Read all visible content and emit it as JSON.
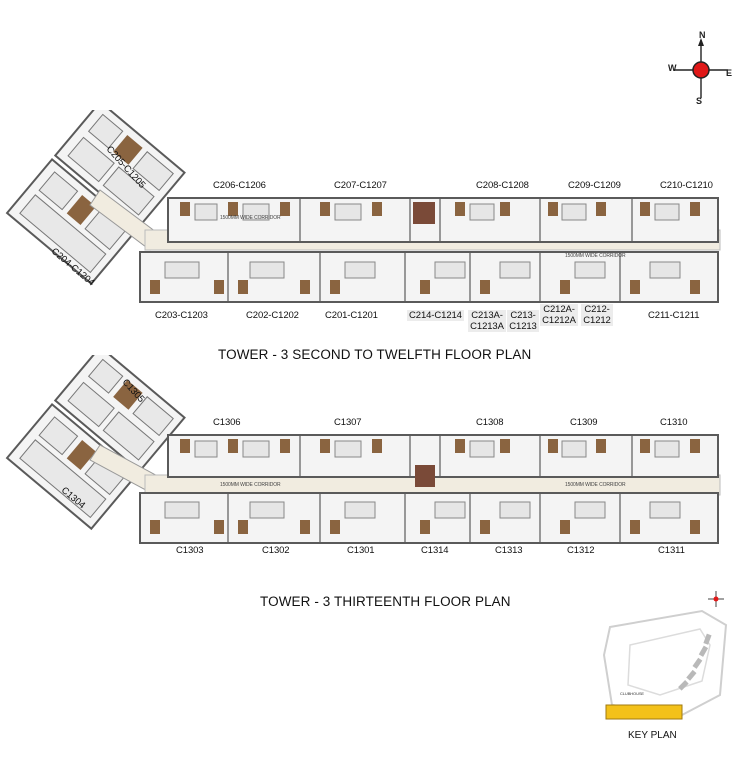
{
  "compass": {
    "n": "N",
    "e": "E",
    "s": "S",
    "w": "W"
  },
  "plan_upper": {
    "title": "TOWER - 3  SECOND TO TWELFTH FLOOR PLAN",
    "corridor_text": "1500MM WIDE CORRIDOR",
    "units_top": [
      "C206-C1206",
      "C207-C1207",
      "C208-C1208",
      "C209-C1209",
      "C210-C1210"
    ],
    "units_bottom": [
      "C203-C1203",
      "C202-C1202",
      "C201-C1201",
      "C214-C1214"
    ],
    "unit_c213a": [
      "C213A-",
      "C1213A"
    ],
    "unit_c213": [
      "C213-",
      "C1213"
    ],
    "unit_c212a": [
      "C212A-",
      "C1212A"
    ],
    "unit_c212": [
      "C212-",
      "C1212"
    ],
    "unit_c211": "C211-C1211",
    "unit_c205": "C205-C1205",
    "unit_c204": "C204-C1204"
  },
  "plan_lower": {
    "title": "TOWER - 3  THIRTEENTH  FLOOR PLAN",
    "corridor_text": "1500MM WIDE CORRIDOR",
    "units_top": [
      "C1306",
      "C1307",
      "C1308",
      "C1309",
      "C1310"
    ],
    "units_bottom": [
      "C1303",
      "C1302",
      "C1301",
      "C1314",
      "C1313",
      "C1312",
      "C1311"
    ],
    "unit_c1305": "C1305",
    "unit_c1304": "C1304"
  },
  "key_plan": {
    "title": "KEY PLAN",
    "clubhouse": "CLUBHOUSE"
  },
  "colors": {
    "wall": "#5a5a5a",
    "wood": "#8a6440",
    "corridor": "#f1ece0",
    "room": "#f4f4f4",
    "compass_dot": "#e01818"
  }
}
